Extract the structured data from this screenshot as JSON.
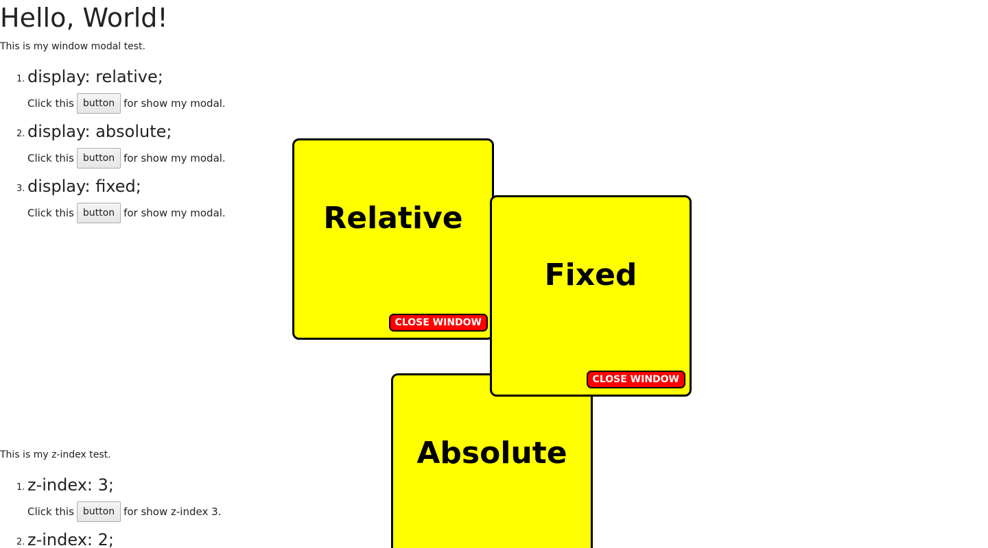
{
  "title": "Hello, World!",
  "modal_test": {
    "intro": "This is my window modal test.",
    "items": [
      {
        "num": "1.",
        "title": "display: relative;",
        "before": "Click this",
        "button": "button",
        "after": "for show my modal."
      },
      {
        "num": "2.",
        "title": "display: absolute;",
        "before": "Click this",
        "button": "button",
        "after": "for show my modal."
      },
      {
        "num": "3.",
        "title": "display: fixed;",
        "before": "Click this",
        "button": "button",
        "after": "for show my modal."
      }
    ]
  },
  "zindex_test": {
    "intro": "This is my z-index test.",
    "items": [
      {
        "num": "1.",
        "title": "z-index: 3;",
        "before": "Click this",
        "button": "button",
        "after": "for show z-index 3."
      },
      {
        "num": "2.",
        "title": "z-index: 2;"
      }
    ]
  },
  "modals": {
    "relative": {
      "title": "Relative",
      "close": "CLOSE WINDOW"
    },
    "fixed": {
      "title": "Fixed",
      "close": "CLOSE WINDOW"
    },
    "absolute": {
      "title": "Absolute"
    }
  },
  "colors": {
    "modal_bg": "#ffff00",
    "modal_border": "#000000",
    "close_bg": "#ff0000",
    "close_text": "#ffffff"
  }
}
